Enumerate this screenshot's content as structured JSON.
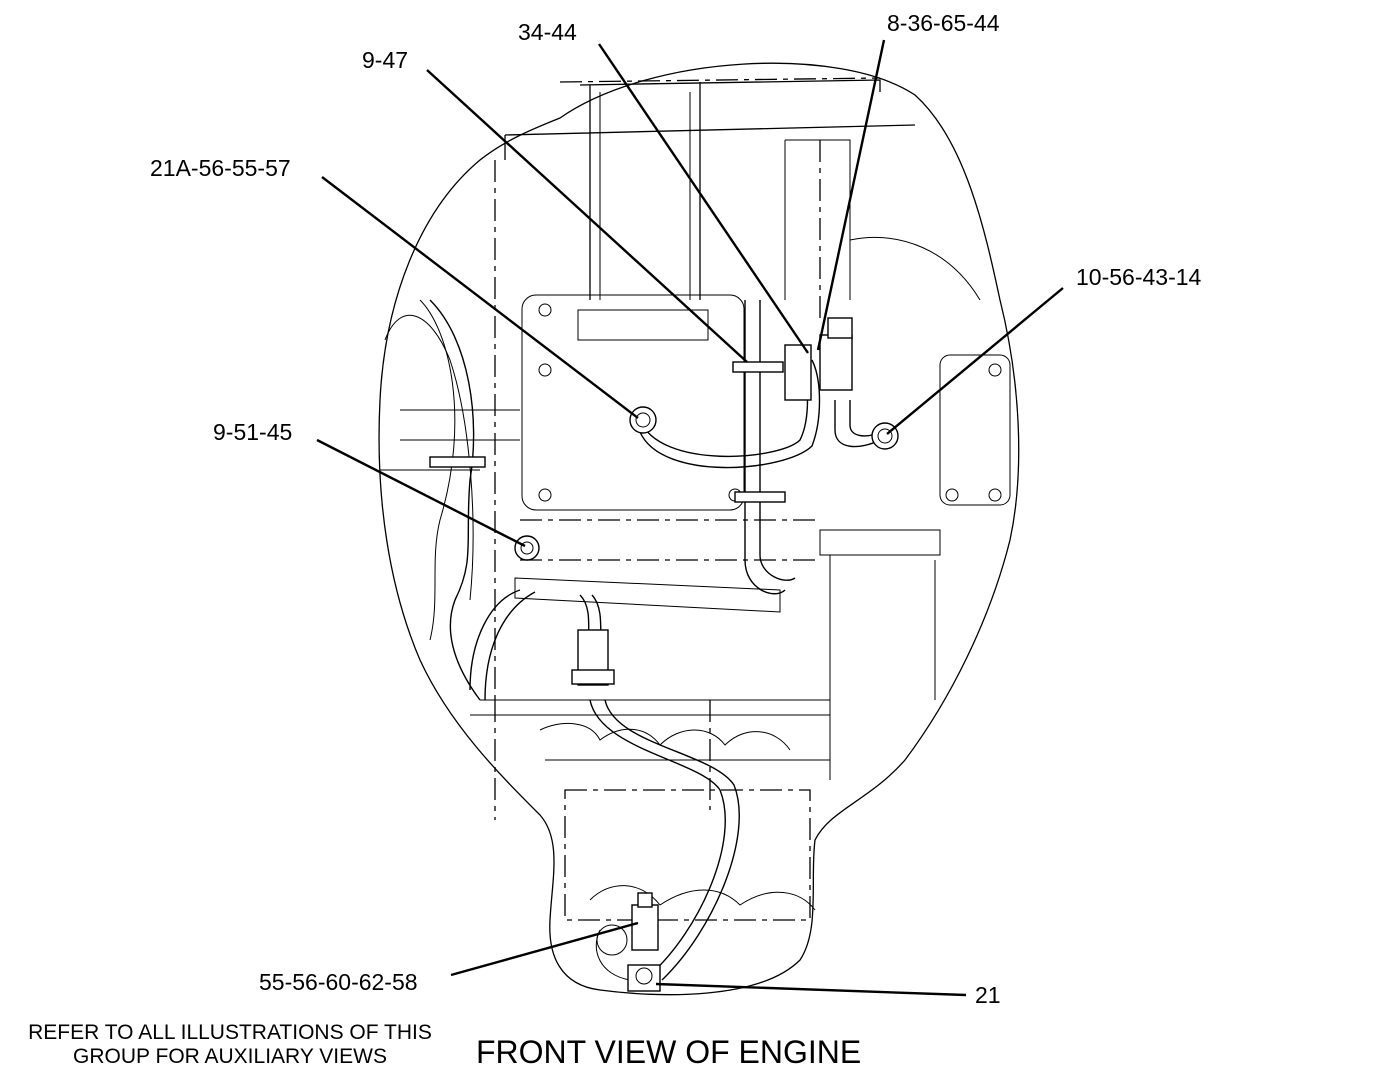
{
  "callouts": {
    "c_9_47": "9-47",
    "c_34_44": "34-44",
    "c_8_36_65_44": "8-36-65-44",
    "c_21a_56_55_57": "21A-56-55-57",
    "c_10_56_43_14": "10-56-43-14",
    "c_9_51_45": "9-51-45",
    "c_55_56_60_62_58": "55-56-60-62-58",
    "c_21": "21"
  },
  "footer": {
    "note_line1": "REFER TO ALL ILLUSTRATIONS OF THIS",
    "note_line2": "GROUP FOR AUXILIARY VIEWS",
    "view_title": "FRONT VIEW OF ENGINE"
  }
}
